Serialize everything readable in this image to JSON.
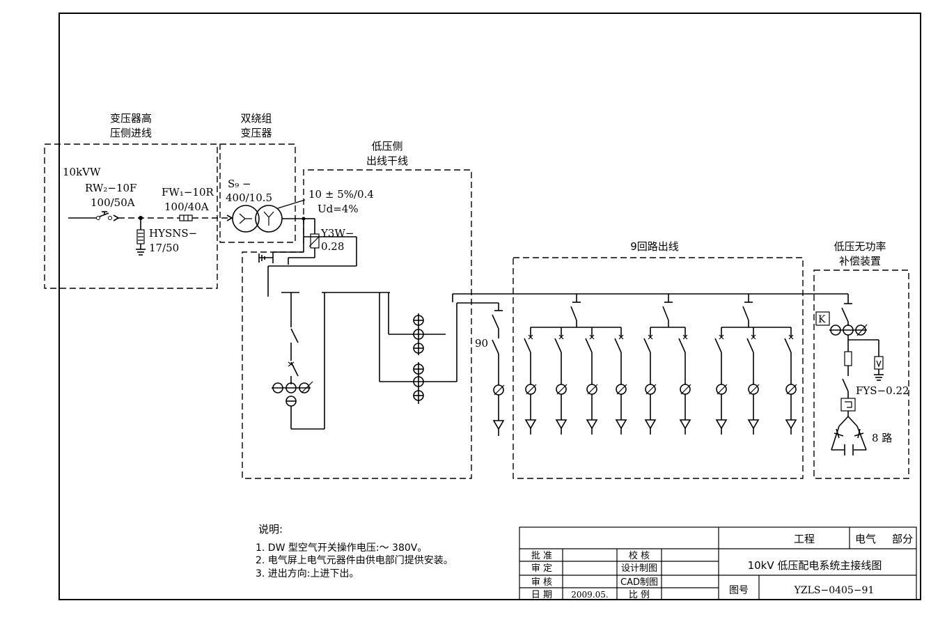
{
  "sections": {
    "hv_inlet": [
      "变压器高",
      "压侧进线"
    ],
    "transformer": [
      "双绕组",
      "变压器"
    ],
    "lv_trunk": [
      "低压侧",
      "出线干线"
    ],
    "outgoing": "9回路出线",
    "compensation": [
      "低压无功率",
      "补偿装置"
    ]
  },
  "labels": {
    "line_voltage": "10kVW",
    "fuse_model": "RW₂−10F",
    "fuse_rating": "100/50A",
    "load_switch_model": "FW₁−10R",
    "load_switch_rating": "100/40A",
    "arrester_model": "HYSNS−",
    "arrester_rating": "17/50",
    "transformer_model": "S₉ −",
    "transformer_rating": "400/10.5",
    "tap_range": "10 ± 5%/0.4",
    "impedance": "Ud=4%",
    "lv_arrester_model": "Y3W−",
    "lv_arrester_rating": "0.28",
    "branch_label": "90",
    "comp_k": "K",
    "comp_arrester": "FYS−0.22",
    "comp_count": "8 路"
  },
  "notes": {
    "heading": "说明:",
    "items": [
      "1. DW 型空气开关操作电压:～ 380V。",
      "2. 电气屏上电气元器件由供电部门提供安装。",
      "3. 进出方向:上进下出。"
    ]
  },
  "title_block": {
    "project": "工程",
    "discipline": "电气",
    "part": "部分",
    "drawing_title": "10kV 低压配电系统主接线图",
    "approve": "批 准",
    "check": "校 核",
    "review": "审 定",
    "design": "设计制图",
    "audit": "审 核",
    "cad": "CAD制图",
    "date_label": "日 期",
    "date": "2009.05.",
    "scale": "比 例",
    "drawing_no_label": "图号",
    "drawing_no": "YZLS−0405−91"
  }
}
